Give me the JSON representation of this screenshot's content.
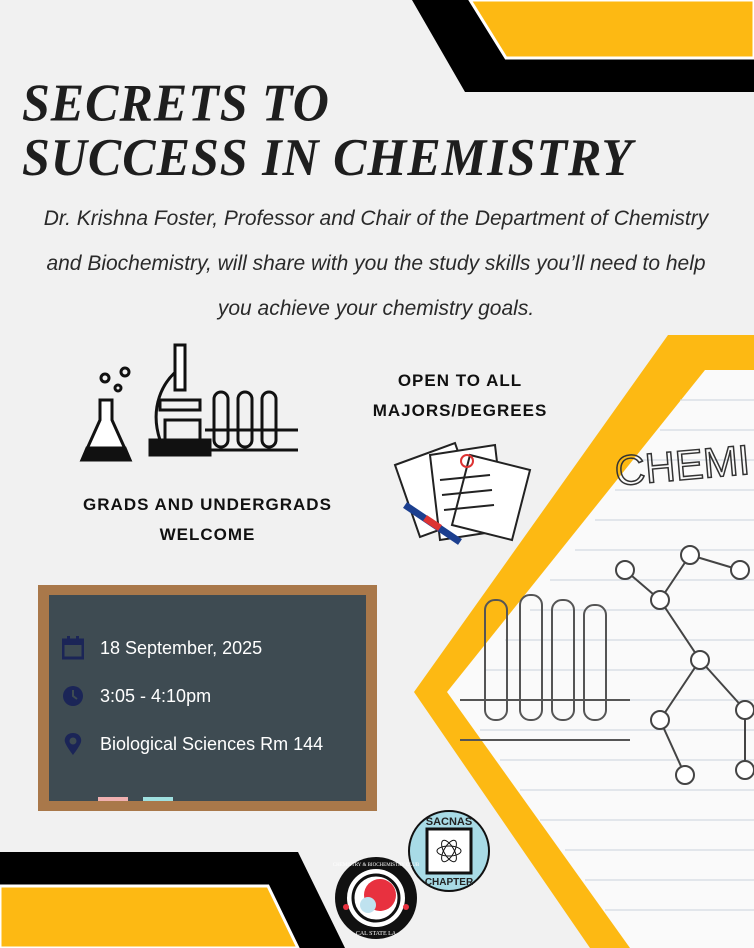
{
  "title": {
    "line1": "SECRETS TO",
    "line2": "SUCCESS IN CHEMISTRY"
  },
  "description": "Dr. Krishna Foster, Professor and Chair of the Department of Chemistry and Biochemistry, will share with you the study skills you’ll need to help you achieve your chemistry goals.",
  "callouts": {
    "open_line1": "OPEN TO ALL",
    "open_line2": "MAJORS/DEGREES",
    "grads_line1": "GRADS AND UNDERGRADS",
    "grads_line2": "WELCOME"
  },
  "event": {
    "date": "18 September, 2025",
    "time": "3:05 - 4:10pm",
    "location": "Biological Sciences Rm 144",
    "icons": [
      "calendar-icon",
      "clock-icon",
      "location-pin-icon"
    ]
  },
  "notebook_text": "CHEMI",
  "logos": {
    "sacnas_top": "SACNAS",
    "sacnas_bottom": "CHAPTER",
    "club_ring": "CHEMISTRY & BIOCHEMISTRY CLUB",
    "club_bottom": "CAL STATE LA"
  },
  "colors": {
    "accent_yellow": "#fdb913",
    "black": "#000000",
    "board": "#3e4b52",
    "wood": "#a9784a",
    "icon_navy": "#1b2557"
  }
}
